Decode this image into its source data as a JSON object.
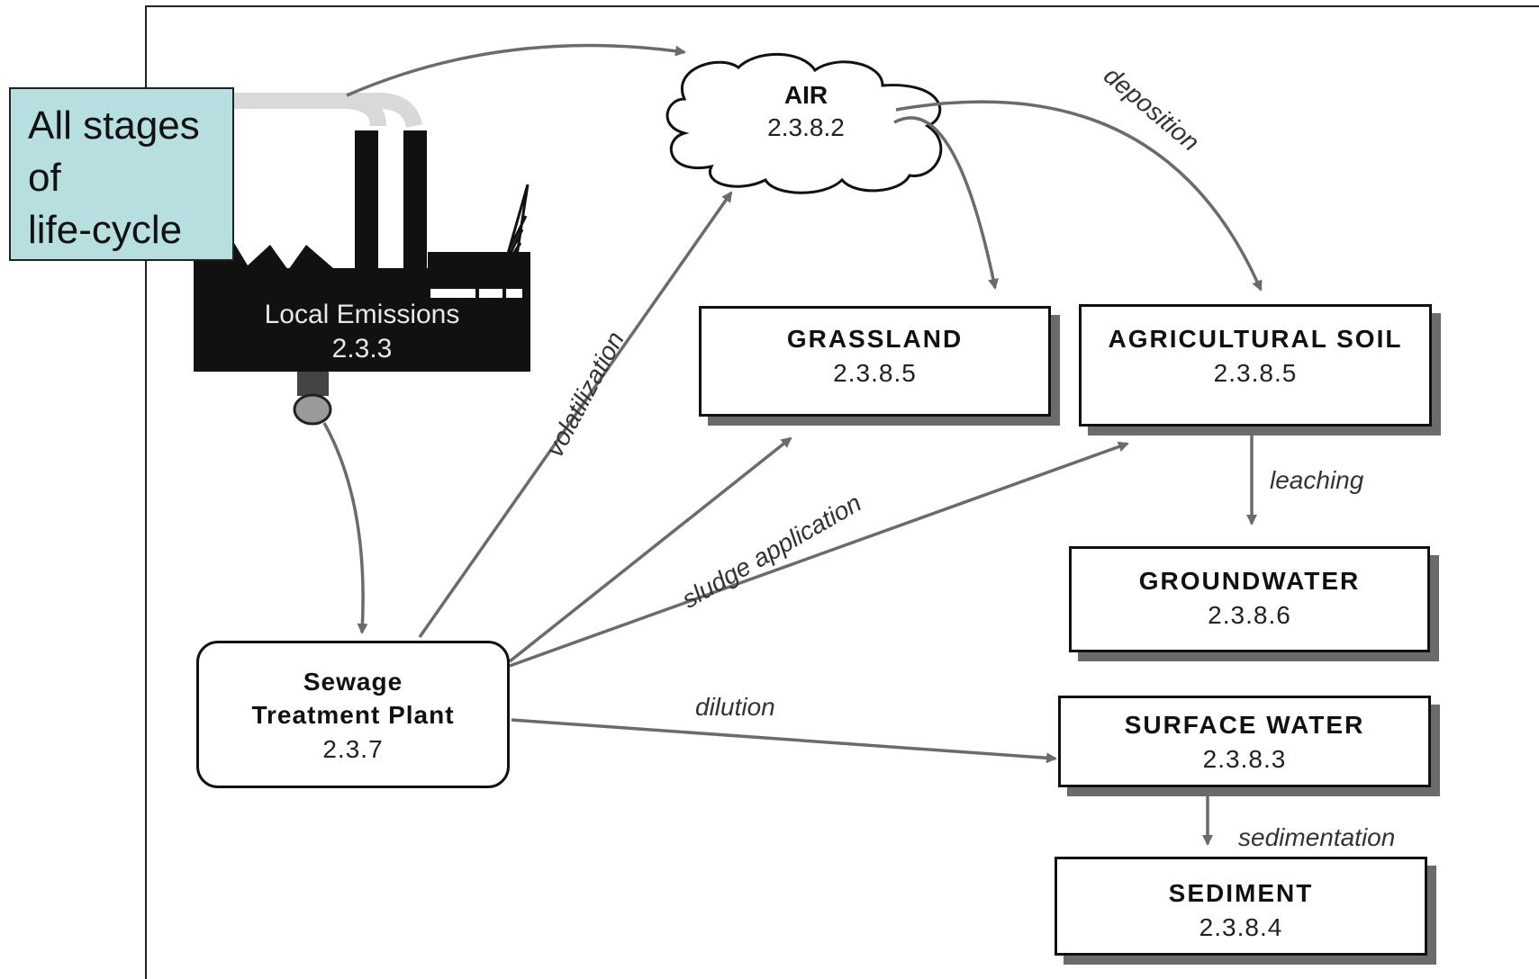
{
  "callout": {
    "text_line1": "All stages",
    "text_line2": "of",
    "text_line3": "life-cycle"
  },
  "nodes": {
    "emissions": {
      "title": "Local Emissions",
      "num": "2.3.3"
    },
    "air": {
      "title": "AIR",
      "num": "2.3.8.2"
    },
    "grassland": {
      "title": "GRASSLAND",
      "num": "2.3.8.5"
    },
    "agri_soil": {
      "title": "AGRICULTURAL SOIL",
      "num": "2.3.8.5"
    },
    "groundwater": {
      "title": "GROUNDWATER",
      "num": "2.3.8.6"
    },
    "surface_water": {
      "title": "SURFACE WATER",
      "num": "2.3.8.3"
    },
    "sediment": {
      "title": "SEDIMENT",
      "num": "2.3.8.4"
    },
    "stp": {
      "title_line1": "Sewage",
      "title_line2": "Treatment Plant",
      "num": "2.3.7"
    }
  },
  "edges": {
    "deposition": "deposition",
    "volatilization": "volatilization",
    "sludge_application": "sludge application",
    "leaching": "leaching",
    "dilution": "dilution",
    "sedimentation": "sedimentation"
  },
  "colors": {
    "arrow": "#6b6b6b",
    "callout_bg": "#b8dfe0",
    "factory": "#111111"
  }
}
